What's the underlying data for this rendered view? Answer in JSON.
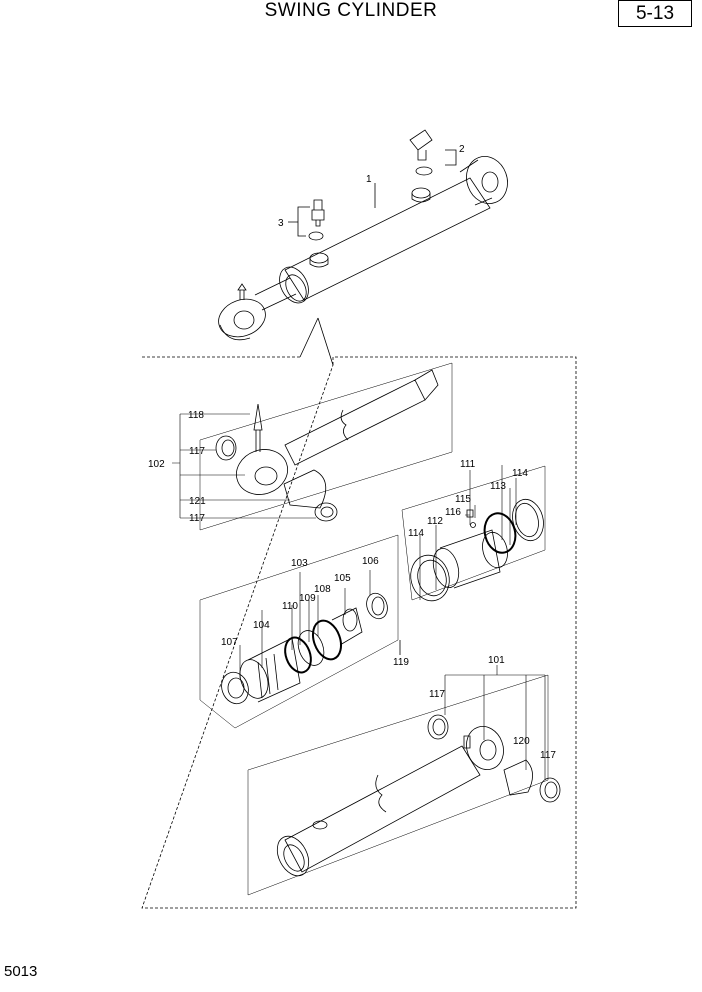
{
  "header": {
    "title": "SWING CYLINDER",
    "page_number": "5-13"
  },
  "footer": {
    "code": "5013"
  },
  "callouts": {
    "c1": "1",
    "c2": "2",
    "c3": "3",
    "c101": "101",
    "c102": "102",
    "c103": "103",
    "c104": "104",
    "c105": "105",
    "c106": "106",
    "c107": "107",
    "c108": "108",
    "c109": "109",
    "c110": "110",
    "c111": "111",
    "c112": "112",
    "c113": "113",
    "c114a": "114",
    "c114b": "114",
    "c115": "115",
    "c116": "116",
    "c117a": "117",
    "c117b": "117",
    "c117c": "117",
    "c117d": "117",
    "c118": "118",
    "c119": "119",
    "c120": "120",
    "c121": "121"
  }
}
